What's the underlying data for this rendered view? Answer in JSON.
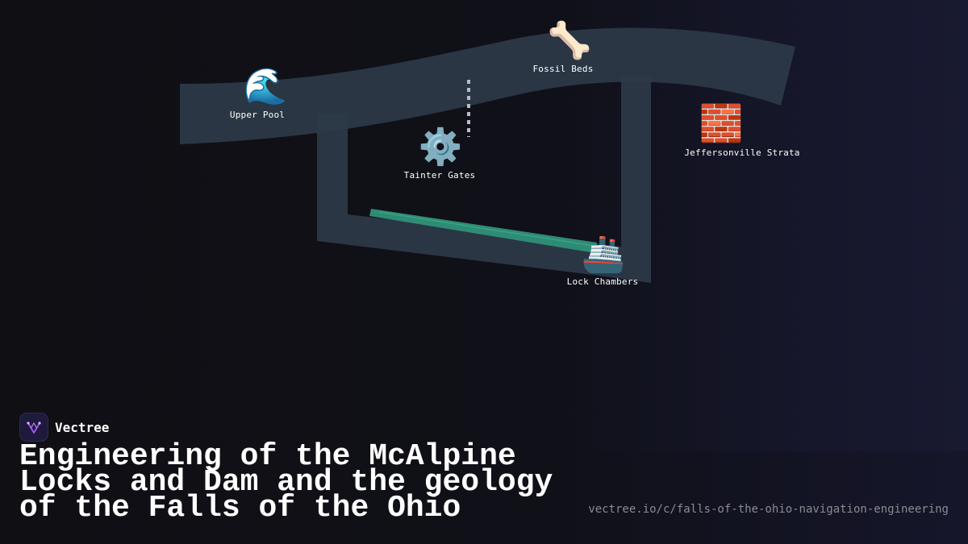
{
  "brand": {
    "name": "Vectree",
    "logo_icon": "vectree-logo-icon",
    "accent_color": "#a855f7"
  },
  "title": "Engineering of the McAlpine Locks and Dam and the geology of the Falls of the Ohio",
  "url": "vectree.io/c/falls-of-the-ohio-navigation-engineering",
  "colors": {
    "background": "#0f0f14",
    "channel": "#2c3a48",
    "water": "#2e8c74",
    "label": "#ffffff",
    "muted": "#8a8a92"
  },
  "nodes": [
    {
      "id": "upper-pool",
      "label": "Upper Pool",
      "icon": "wave-icon",
      "glyph": "🌊"
    },
    {
      "id": "tainter-gates",
      "label": "Tainter Gates",
      "icon": "gear-icon",
      "glyph": "⚙️"
    },
    {
      "id": "fossil-beds",
      "label": "Fossil Beds",
      "icon": "bone-icon",
      "glyph": "🦴"
    },
    {
      "id": "jeffersonville-strata",
      "label": "Jeffersonville Strata",
      "icon": "brick-icon",
      "glyph": "🧱"
    },
    {
      "id": "lock-chambers",
      "label": "Lock Chambers",
      "icon": "ship-icon",
      "glyph": "🚢"
    }
  ]
}
